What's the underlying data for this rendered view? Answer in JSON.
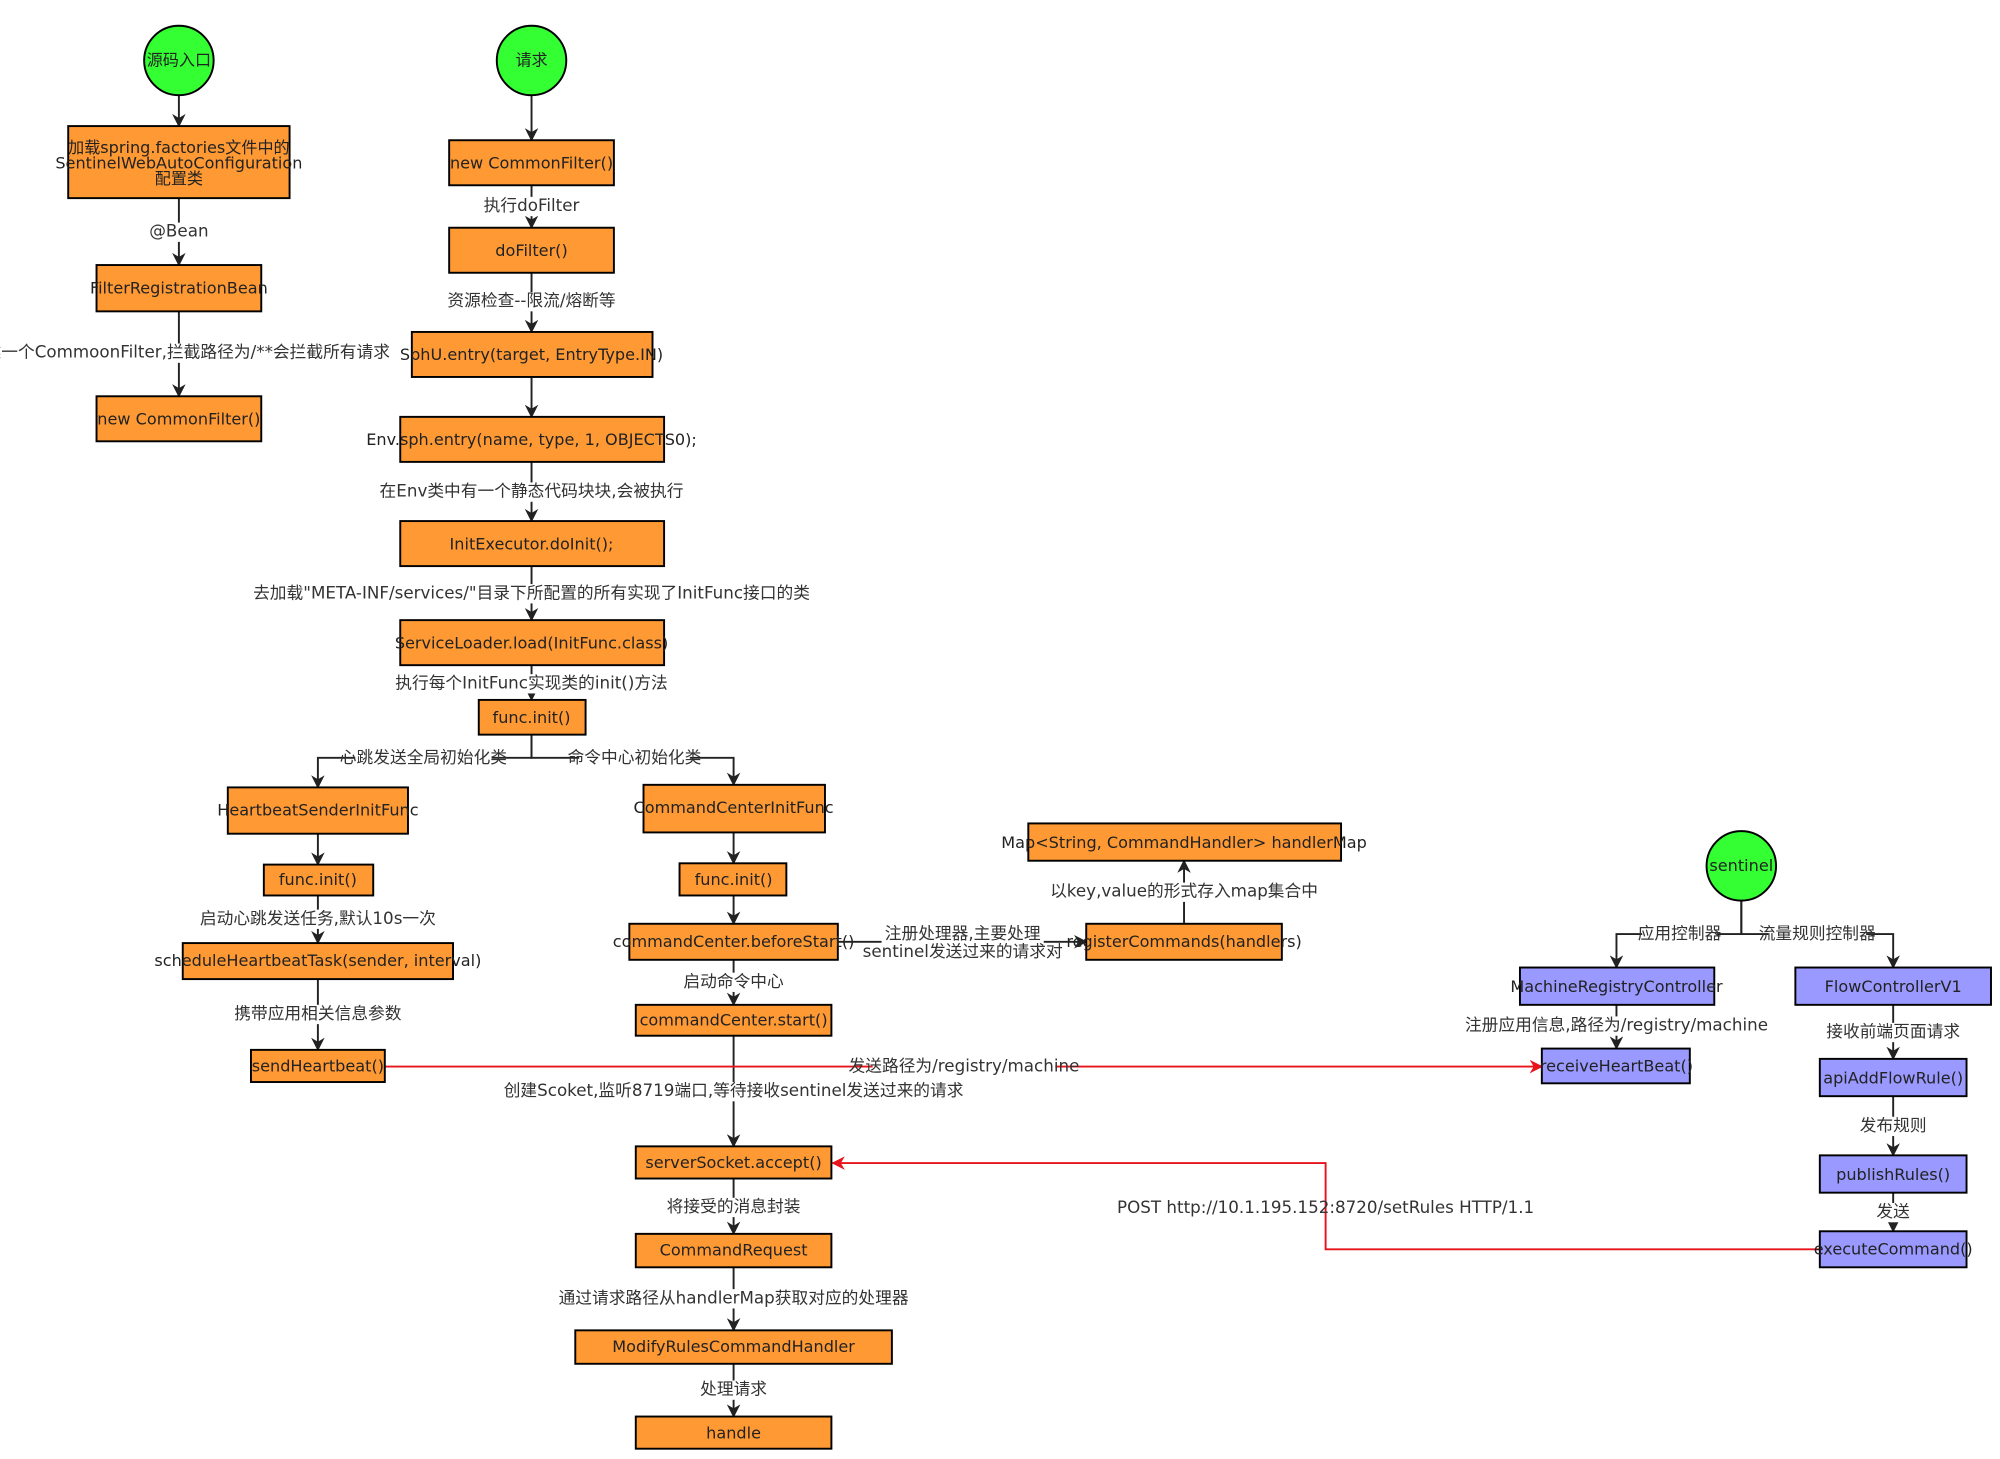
{
  "colors": {
    "start": "#33ff33",
    "process": "#ff9933",
    "console": "#9999ff",
    "line": "#222222",
    "red_line": "#e8141b"
  },
  "starts": {
    "source": "源码入口",
    "request": "请求",
    "sentinel": "sentinel"
  },
  "nodes": {
    "spring_factories": [
      "加载spring.factories文件中的",
      "SentinelWebAutoConfiguration",
      "配置类"
    ],
    "filter_registration_bean": "FilterRegistrationBean",
    "new_common_filter_left": "new CommonFilter()",
    "new_common_filter": "new CommonFilter()",
    "do_filter": "doFilter()",
    "sphu_entry": "SphU.entry(target, EntryType.IN)",
    "env_sph_entry": "Env.sph.entry(name, type, 1, OBJECTS0);",
    "init_executor": "InitExecutor.doInit();",
    "service_loader": "ServiceLoader.load(InitFunc.class)",
    "func_init_main": "func.init()",
    "heartbeat_sender_init_func": "HeartbeatSenderInitFunc",
    "func_init_heartbeat": "func.init()",
    "schedule_heartbeat": "scheduleHeartbeatTask(sender, interval)",
    "send_heartbeat": "sendHeartbeat()",
    "command_center_init_func": "CommandCenterInitFunc",
    "func_init_command": "func.init()",
    "before_start": "commandCenter.beforeStart()",
    "command_center_start": "commandCenter.start()",
    "register_commands": "registerCommands(handlers)",
    "handler_map": "Map<String, CommandHandler> handlerMap",
    "server_socket_accept": "serverSocket.accept()",
    "command_request": "CommandRequest",
    "modify_rules_handler": "ModifyRulesCommandHandler",
    "handle": "handle",
    "machine_registry_controller": "MachineRegistryController",
    "receive_heartbeat": "receiveHeartBeat()",
    "flow_controller_v1": "FlowControllerV1",
    "api_add_flow_rule": "apiAddFlowRule()",
    "publish_rules": "publishRules()",
    "execute_command": "executeCommand()"
  },
  "edge_labels": {
    "bean": "@Bean",
    "create_filter": "创建一个CommoonFilter,拦截路径为/**会拦截所有请求",
    "exec_do_filter": "执行doFilter",
    "resource_check": "资源检查--限流/熔断等",
    "env_static_block": "在Env类中有一个静态代码块块,会被执行",
    "load_meta_inf": "去加载\"META-INF/services/\"目录下所配置的所有实现了InitFunc接口的类",
    "exec_each_init": "执行每个InitFunc实现类的init()方法",
    "heartbeat_class": "心跳发送全局初始化类",
    "command_center_class": "命令中心初始化类",
    "start_heartbeat_task": "启动心跳发送任务,默认10s一次",
    "carry_app_info": "携带应用相关信息参数",
    "register_handlers": [
      "注册处理器,主要处理",
      "sentinel发送过来的请求对"
    ],
    "store_map": "以key,value的形式存入map集合中",
    "start_command_center": "启动命令中心",
    "send_path": "发送路径为/registry/machine",
    "create_socket": "创建Scoket,监听8719端口,等待接收sentinel发送过来的请求",
    "wrap_message": "将接受的消息封装",
    "get_handler": "通过请求路径从handlerMap获取对应的处理器",
    "process_request": "处理请求",
    "app_controller": "应用控制器",
    "flow_rule_controller": "流量规则控制器",
    "register_app_info": "注册应用信息,路径为/registry/machine",
    "receive_front_request": "接收前端页面请求",
    "publish_rule": "发布规则",
    "send": "发送",
    "post_set_rules": "POST http://10.1.195.152:8720/setRules HTTP/1.1"
  }
}
